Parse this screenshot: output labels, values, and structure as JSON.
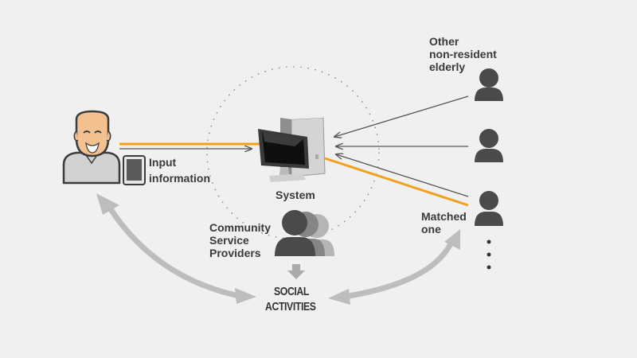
{
  "colors": {
    "background": "#f0f0f0",
    "accent_line": "#f0a01e",
    "arrow_dark": "#555555",
    "curve_arrow": "#bdbdbd",
    "person_icon": "#4a4a4a",
    "dotted_circle": "#8a8a8a"
  },
  "icons": {
    "elderly": "elderly-person-icon",
    "tablet": "tablet-icon",
    "computer": "computer-icon",
    "group": "people-group-icon",
    "person": "person-icon"
  },
  "labels": {
    "input_line1": "Input",
    "input_line2": "information",
    "system": "System",
    "community_line1": "Community",
    "community_line2": "Service",
    "community_line3": "Providers",
    "social_line1": "SOCIAL",
    "social_line2": "ACTIVITIES",
    "other_line1": "Other",
    "other_line2": "non-resident",
    "other_line3": "elderly",
    "matched_line1": "Matched",
    "matched_line2": "one"
  }
}
